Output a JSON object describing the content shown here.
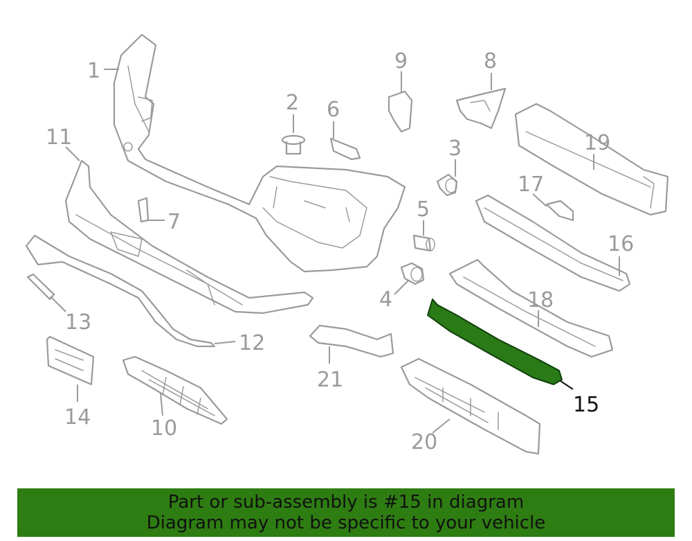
{
  "highlight_color": "#2e7d12",
  "callouts": {
    "c1": "1",
    "c2": "2",
    "c3": "3",
    "c4": "4",
    "c5": "5",
    "c6": "6",
    "c7": "7",
    "c8": "8",
    "c9": "9",
    "c10": "10",
    "c11": "11",
    "c12": "12",
    "c13": "13",
    "c14": "14",
    "c15": "15",
    "c16": "16",
    "c17": "17",
    "c18": "18",
    "c19": "19",
    "c20": "20",
    "c21": "21"
  },
  "highlighted_part": "15",
  "banner": {
    "line1": "Part or sub-assembly is #15 in diagram",
    "line2": "Diagram may not be specific to your vehicle"
  }
}
